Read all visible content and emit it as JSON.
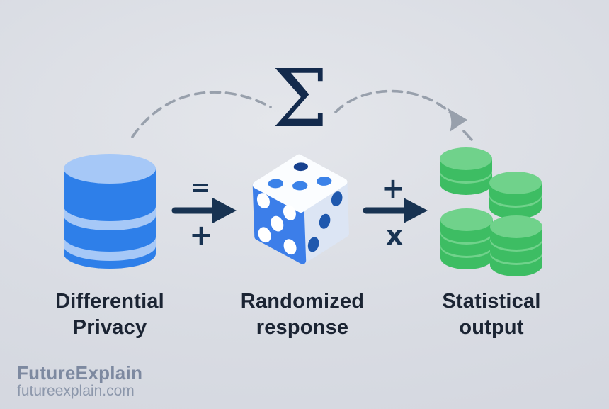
{
  "sigma": {
    "symbol": "Σ",
    "color": "#132a4c"
  },
  "flow": {
    "steps": [
      {
        "icon": "database-icon",
        "label_line1": "Differential",
        "label_line2": "Privacy"
      },
      {
        "icon": "dice-icon",
        "label_line1": "Randomized",
        "label_line2": "response"
      },
      {
        "icon": "coins-icon",
        "label_line1": "Statistical",
        "label_line2": "output"
      }
    ],
    "arrow1": {
      "top_symbol": "=",
      "bottom_symbol": "+"
    },
    "arrow2": {
      "top_symbol": "+",
      "bottom_symbol": "x"
    }
  },
  "branding": {
    "name": "FutureExplain",
    "domain": "futureexplain.com"
  },
  "colors": {
    "background": "#d8dbe2",
    "arrow_navy": "#183352",
    "database_blue": "#2e7fe9",
    "database_light_blue": "#a6c8f7",
    "dice_blue": "#3c7ee9",
    "dice_top_white": "#fbfdff",
    "dice_side_light": "#dce5f4",
    "dice_dot_dark": "#17418f",
    "dice_dot_medium": "#3b82e8",
    "coin_side_green": "#3dbd63",
    "coin_top_green": "#70d28b",
    "arc_gray": "#98a0ac",
    "label_dark": "#1b2433",
    "brand_gray": "#7d89a0"
  }
}
